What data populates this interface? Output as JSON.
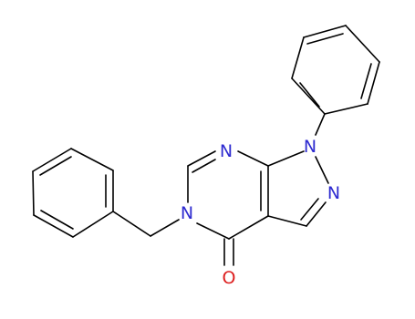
{
  "molecule": {
    "atoms": {
      "n7": {
        "symbol": "N"
      },
      "n1": {
        "symbol": "N"
      },
      "n2": {
        "symbol": "N"
      },
      "n5": {
        "symbol": "N"
      },
      "o4": {
        "symbol": "O"
      }
    },
    "colors": {
      "bond": "#000000",
      "nitrogen": "#2d2ad0",
      "oxygen": "#dd1f1f"
    }
  }
}
